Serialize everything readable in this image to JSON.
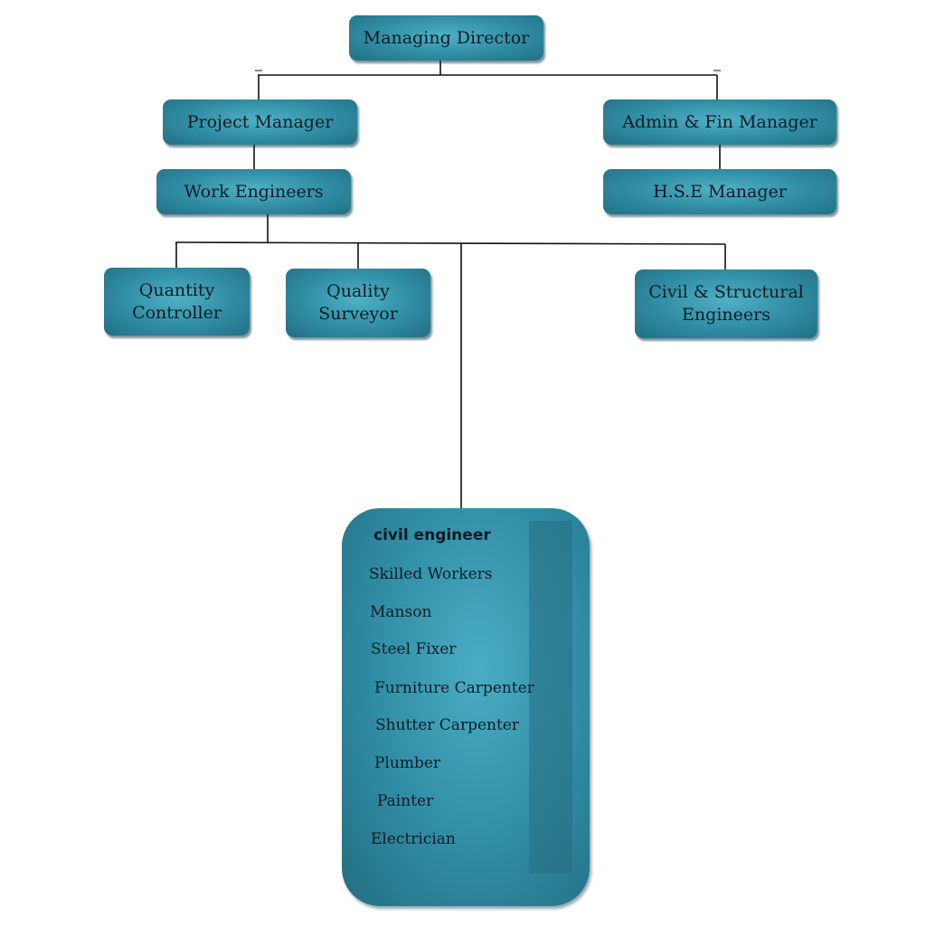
{
  "chart": {
    "managing_director": "Managing Director",
    "project_manager": "Project Manager",
    "admin_fin_manager": "Admin & Fin Manager",
    "work_engineers": "Work Engineers",
    "hse_manager": "H.S.E Manager",
    "quantity_controller": [
      "Quantity",
      "Controller"
    ],
    "quality_surveyor": [
      "Quality",
      "Surveyor"
    ],
    "civil_structural": [
      "Civil & Structural",
      "Engineers"
    ],
    "civil_engineer_panel": {
      "heading": "civil engineer",
      "items": [
        "Skilled Workers",
        "Manson",
        "Steel Fixer",
        "Furniture Carpenter",
        "Shutter Carpenter",
        "Plumber",
        "Painter",
        "Electrician"
      ]
    }
  },
  "colors": {
    "box_fill": "#2f8ca3",
    "box_highlight": "#4fb0c6",
    "connector": "#111111",
    "text": "#0b1c22"
  }
}
